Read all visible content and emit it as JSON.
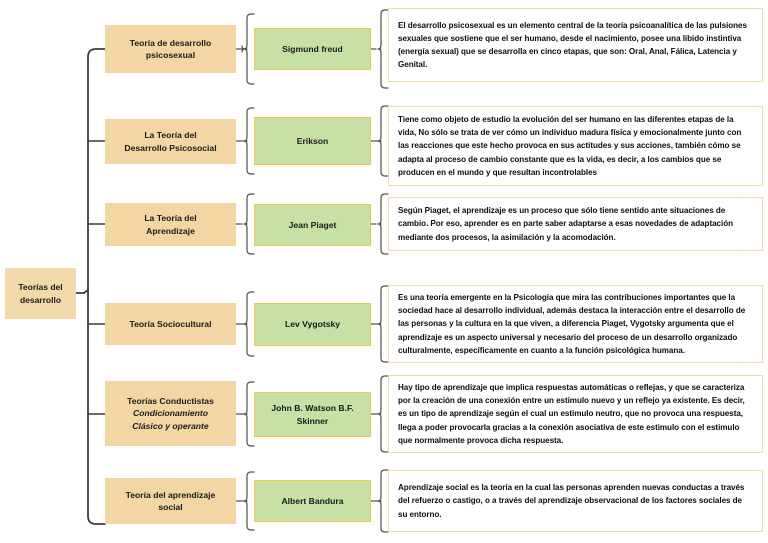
{
  "diagram": {
    "title": "Teorías del desarrollo",
    "type": "mind-map",
    "colors": {
      "root_fill": "#F2D9A9",
      "theory_fill": "#F3D6A4",
      "author_fill": "#C6E0A6",
      "author_border": "#F0C84A",
      "desc_border": "#F2DCA8",
      "connector": "#404040"
    },
    "root": {
      "label_line1": "Teorías del",
      "label_line2": "desarrollo"
    },
    "branches": [
      {
        "theory_line1": "Teoría de desarrollo",
        "theory_line2": "psicosexual",
        "theory_line3": "",
        "author": "Sigmund freud",
        "description": "El desarrollo psicosexual es un elemento central de la teoría psicoanalítica de las pulsiones sexuales que sostiene que el ser humano, desde el nacimiento, posee una libido instintiva (energía sexual) que se desarrolla en cinco etapas, que son: Oral, Anal, Fálica, Latencia y Genital."
      },
      {
        "theory_line1": "La Teoría del",
        "theory_line2": "Desarrollo Psicosocial",
        "theory_line3": "",
        "author": "Erikson",
        "description": "Tiene como objeto de estudio la evolución del ser humano en las diferentes etapas de la vida, No sólo se trata de ver cómo un individuo madura física y emocionalmente junto con las reacciones que este hecho provoca en sus actitudes y sus acciones, también cómo se adapta al proceso de cambio constante que es la vida, es decir, a los cambios que se producen en el mundo y que resultan incontrolables"
      },
      {
        "theory_line1": "La Teoría del",
        "theory_line2": "Aprendizaje",
        "theory_line3": "",
        "author": "Jean Piaget",
        "description": "Según Piaget, el aprendizaje es un proceso que sólo tiene sentido ante situaciones de cambio. Por eso, aprender es en parte saber adaptarse a esas novedades de adaptación mediante dos procesos, la asimilación y la acomodación."
      },
      {
        "theory_line1": "Teoría Sociocultural",
        "theory_line2": "",
        "theory_line3": "",
        "author": "Lev Vygotsky",
        "description": "Es una teoría emergente en la Psicología que mira las contribuciones importantes que la sociedad hace al desarrollo individual, además destaca la interacción entre el desarrollo de las personas y la cultura en la que viven, a diferencia Piaget,  Vygotsky argumenta que el aprendizaje es un aspecto universal y necesario del proceso de un desarrollo organizado culturalmente, específicamente en cuanto a la función psicológica humana."
      },
      {
        "theory_line1": "Teorías Conductistas",
        "theory_line2": "Condicionamiento",
        "theory_line3": "Clásico y operante",
        "author": "John B. Watson B.F. Skinner",
        "description": "Hay tipo de aprendizaje que implica respuestas automáticas o reflejas, y que se caracteriza por la creación de una conexión entre un estimulo nuevo y un reflejo ya existente. Es decir, es un tipo de aprendizaje según el cual un estimulo neutro, que no provoca una respuesta, llega a poder provocarla gracias a la conexión asociativa de este estimulo con el estimulo que normalmente provoca dicha respuesta."
      },
      {
        "theory_line1": "Teoría del aprendizaje",
        "theory_line2": "social",
        "theory_line3": "",
        "author": "Albert Bandura",
        "description": "Aprendizaje social es la teoría en la cual las personas aprenden nuevas conductas a través del refuerzo o castigo, o a través del aprendizaje observacional de los factores sociales de su entorno."
      }
    ]
  }
}
